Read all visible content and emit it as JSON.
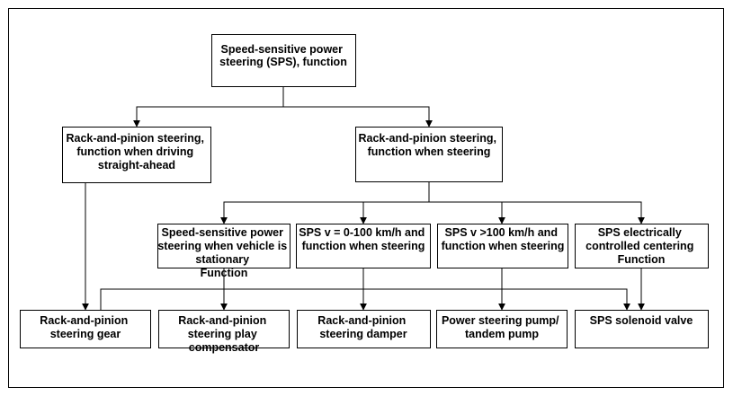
{
  "diagram": {
    "root": {
      "lines": [
        "Speed-sensitive power",
        "steering (SPS), function"
      ]
    },
    "level1": {
      "straight": {
        "lines": [
          "Rack-and-pinion steering,",
          "function when driving",
          "straight-ahead"
        ]
      },
      "steering": {
        "lines": [
          "Rack-and-pinion steering,",
          "function when steering"
        ]
      }
    },
    "level2": {
      "stationary": {
        "lines": [
          "Speed-sensitive power",
          "steering when vehicle is",
          "stationary",
          "Function"
        ]
      },
      "low_speed": {
        "lines": [
          "SPS v = 0-100 km/h and",
          "function when steering"
        ]
      },
      "high_speed": {
        "lines": [
          "SPS v >100 km/h and",
          "function when steering"
        ]
      },
      "centering": {
        "lines": [
          "SPS electrically",
          "controlled centering",
          "Function"
        ]
      }
    },
    "components": {
      "gear": {
        "lines": [
          "Rack-and-pinion",
          "steering gear"
        ]
      },
      "play_compensator": {
        "lines": [
          "Rack-and-pinion",
          "steering play",
          "compensator"
        ]
      },
      "damper": {
        "lines": [
          "Rack-and-pinion",
          "steering damper"
        ]
      },
      "pump": {
        "lines": [
          "Power steering pump/",
          "tandem pump"
        ]
      },
      "valve": {
        "lines": [
          "SPS solenoid valve"
        ]
      }
    }
  }
}
